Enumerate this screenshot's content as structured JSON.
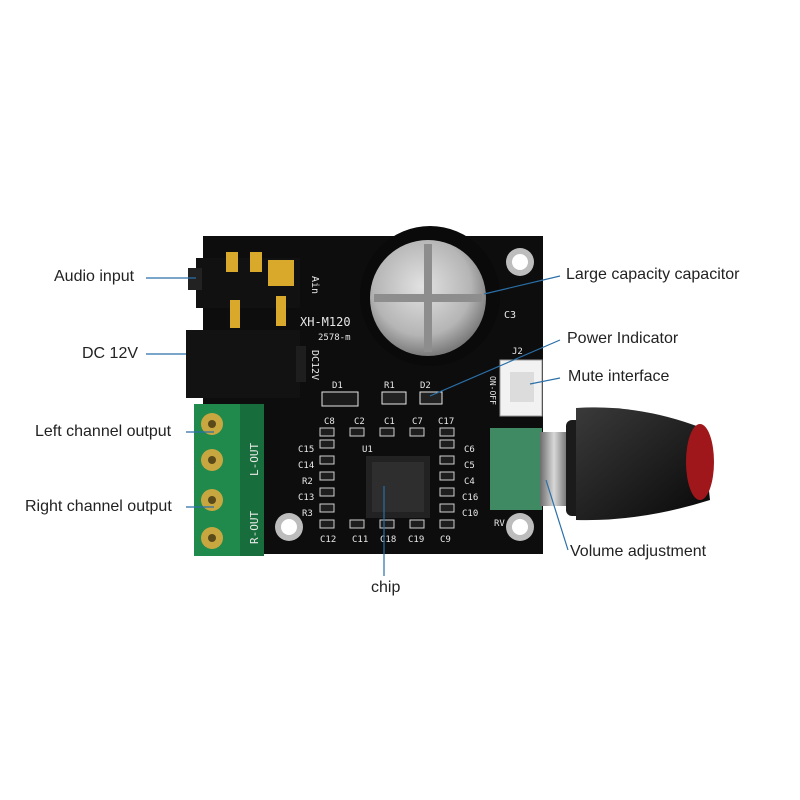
{
  "labels": {
    "audio_input": "Audio input",
    "dc_12v": "DC 12V",
    "left_channel_output": "Left channel output",
    "right_channel_output": "Right channel output",
    "chip": "chip",
    "large_capacity_capacitor": "Large capacity capacitor",
    "power_indicator": "Power Indicator",
    "mute_interface": "Mute interface",
    "volume_adjustment": "Volume adjustment"
  },
  "silkscreen": {
    "model": "XH-M120",
    "batch": "2578-m",
    "ain": "Ain",
    "dc12v": "DC12V",
    "c3": "C3",
    "d1": "D1",
    "r1": "R1",
    "d2": "D2",
    "j2": "J2",
    "on_off": "ON-OFF",
    "l_out": "L-OUT",
    "r_out": "R-OUT",
    "u1": "U1",
    "c8": "C8",
    "c2": "C2",
    "c1": "C1",
    "c7": "C7",
    "c17": "C17",
    "c15": "C15",
    "c14": "C14",
    "r2": "R2",
    "c13": "C13",
    "r3": "R3",
    "c6": "C6",
    "c5": "C5",
    "c4": "C4",
    "c16": "C16",
    "c10": "C10",
    "c12": "C12",
    "c11": "C11",
    "c18": "C18",
    "c19": "C19",
    "c9": "C9",
    "rv": "RV"
  },
  "colors": {
    "pcb": "#0d0d0d",
    "terminal_block": "#1f8a4c",
    "callout_line": "#2a6fa8",
    "knob": "#1a1a1a",
    "capacitor_top": "#c9c9c9"
  }
}
